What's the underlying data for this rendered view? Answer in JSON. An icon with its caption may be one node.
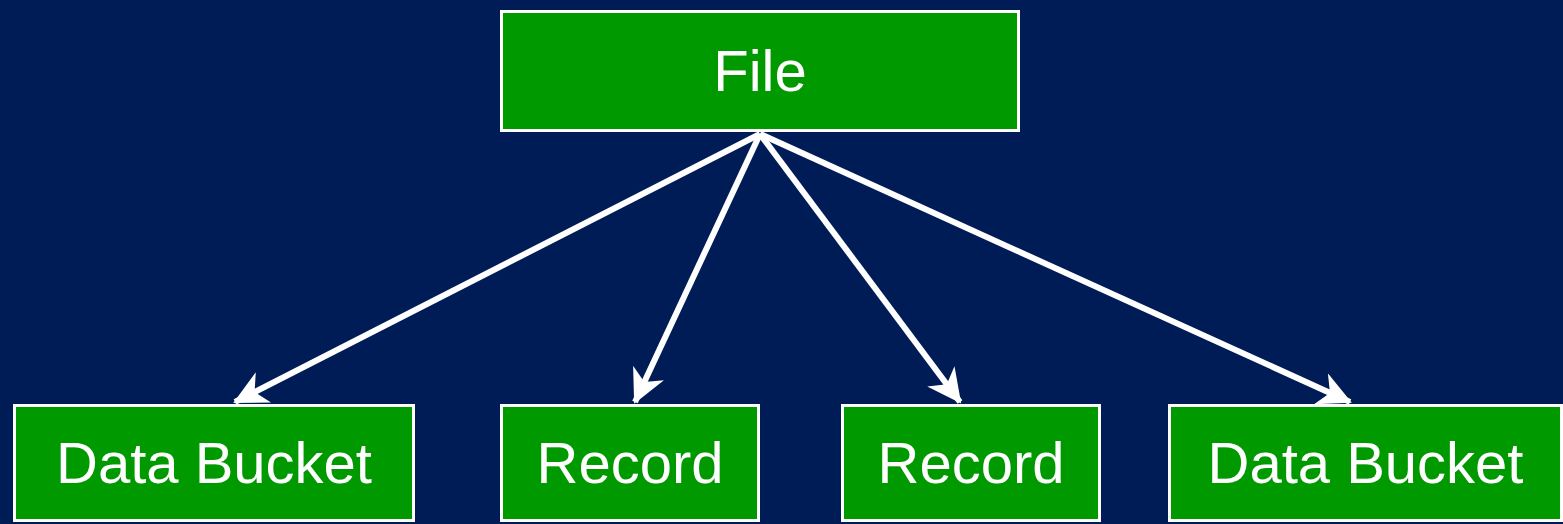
{
  "diagram": {
    "nodes": [
      {
        "text": [
          "File"
        ]
      },
      {
        "text": [
          "Data Bucket"
        ]
      },
      {
        "text": [
          "Record"
        ]
      },
      {
        "text": [
          "Record"
        ]
      },
      {
        "text": [
          "Data Bucket"
        ]
      }
    ],
    "edges": [
      {
        "from": 0,
        "to": 1,
        "arrow": "to"
      },
      {
        "from": 0,
        "to": 2,
        "arrow": "to"
      },
      {
        "from": 0,
        "to": 3,
        "arrow": "to"
      },
      {
        "from": 0,
        "to": 4,
        "arrow": "to"
      }
    ]
  }
}
